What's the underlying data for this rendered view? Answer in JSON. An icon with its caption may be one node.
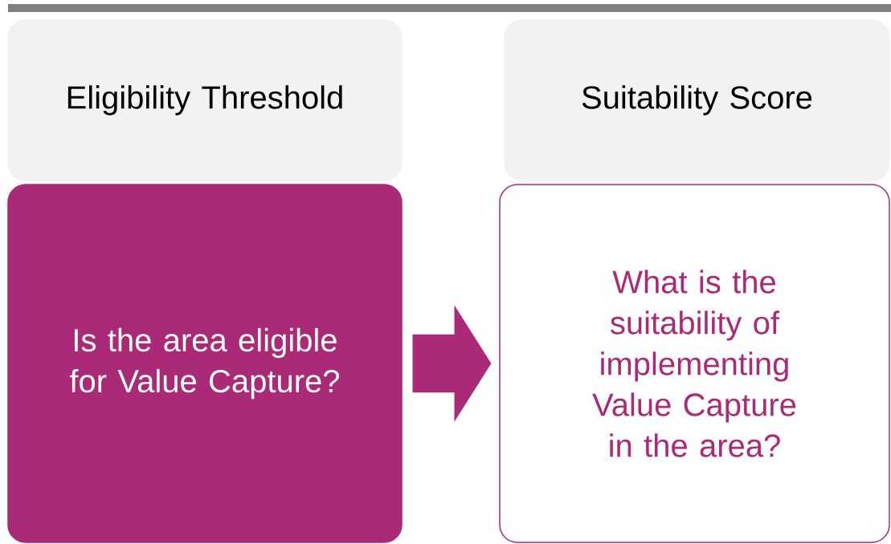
{
  "diagram": {
    "nodes": [
      {
        "text": [
          "Eligibility Threshold"
        ]
      },
      {
        "text": [
          "Suitability Score"
        ]
      },
      {
        "text": [
          "Is the area eligible for Value Capture?"
        ]
      },
      {
        "text": [
          "What is the suitability of implementing Value Capture in the area?"
        ]
      }
    ],
    "edges": [
      {
        "from": 2,
        "to": 3,
        "arrow": "to"
      }
    ]
  }
}
